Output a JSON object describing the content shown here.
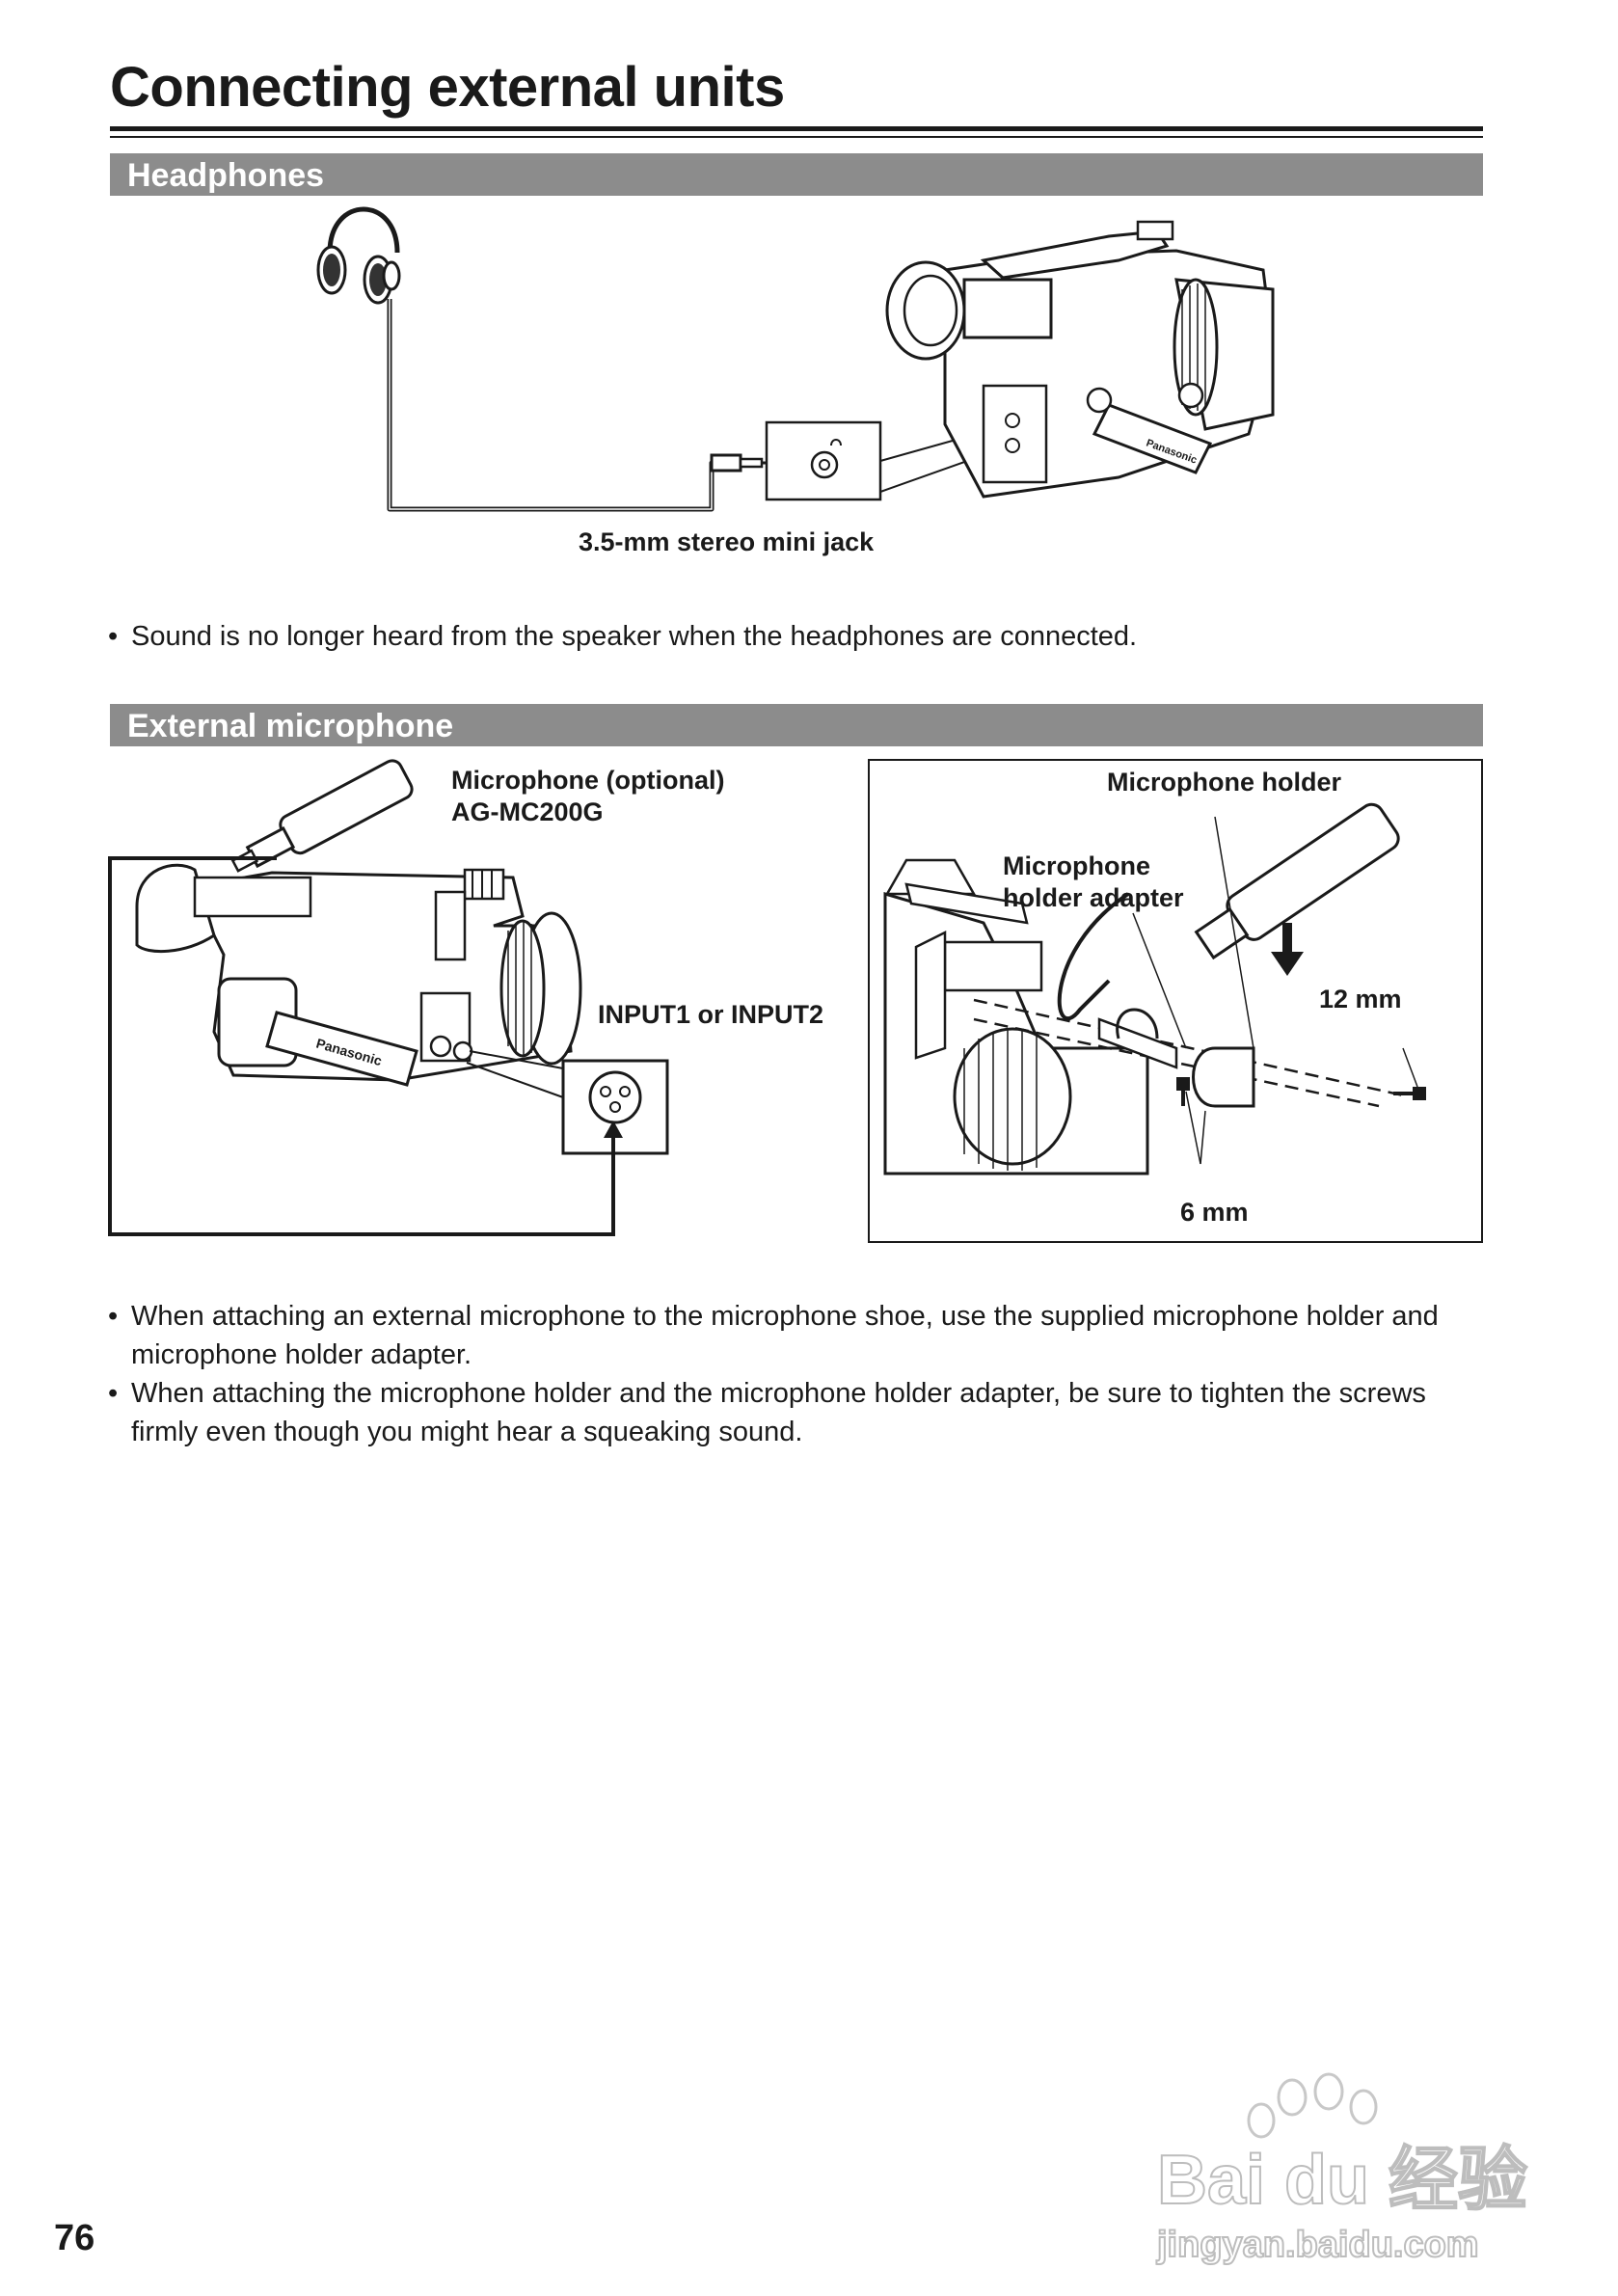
{
  "page": {
    "title": "Connecting external units",
    "page_number": "76"
  },
  "headphones": {
    "heading": "Headphones",
    "jack_label": "3.5-mm stereo mini jack",
    "bullets": [
      "Sound is no longer heard from the speaker when the headphones are connected."
    ]
  },
  "external_microphone": {
    "heading": "External microphone",
    "mic_label_line1": "Microphone (optional)",
    "mic_label_line2": "AG-MC200G",
    "input_label": "INPUT1 or INPUT2",
    "holder_label": "Microphone holder",
    "adapter_label_line1": "Microphone",
    "adapter_label_line2": "holder adapter",
    "screw_long_label": "12 mm",
    "screw_short_label": "6 mm",
    "bullets": [
      "When attaching an external microphone to the microphone shoe, use the supplied microphone holder and microphone holder adapter.",
      "When attaching the microphone holder and the microphone holder adapter, be sure to tighten the screws firmly even though you might hear a squeaking sound."
    ]
  },
  "camera_brand": "Panasonic",
  "watermark": {
    "line1": "Bai du 经验",
    "line2": "jingyan.baidu.com"
  }
}
